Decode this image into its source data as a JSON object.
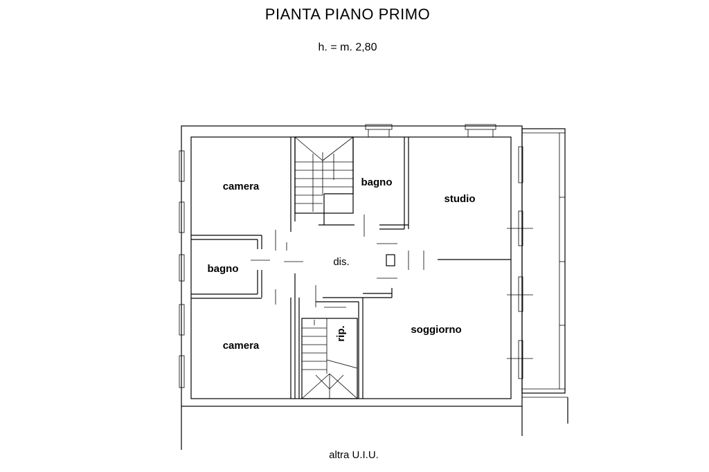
{
  "header": {
    "title": "PIANTA PIANO PRIMO",
    "height": "h. = m. 2,80"
  },
  "rooms": {
    "camera_top": "camera",
    "bagno_top": "bagno",
    "studio": "studio",
    "bagno_left": "bagno",
    "dis": "dis.",
    "camera_bottom": "camera",
    "rip": "rip.",
    "soggiorno": "soggiorno"
  },
  "footer": {
    "note": "altra U.I.U."
  }
}
